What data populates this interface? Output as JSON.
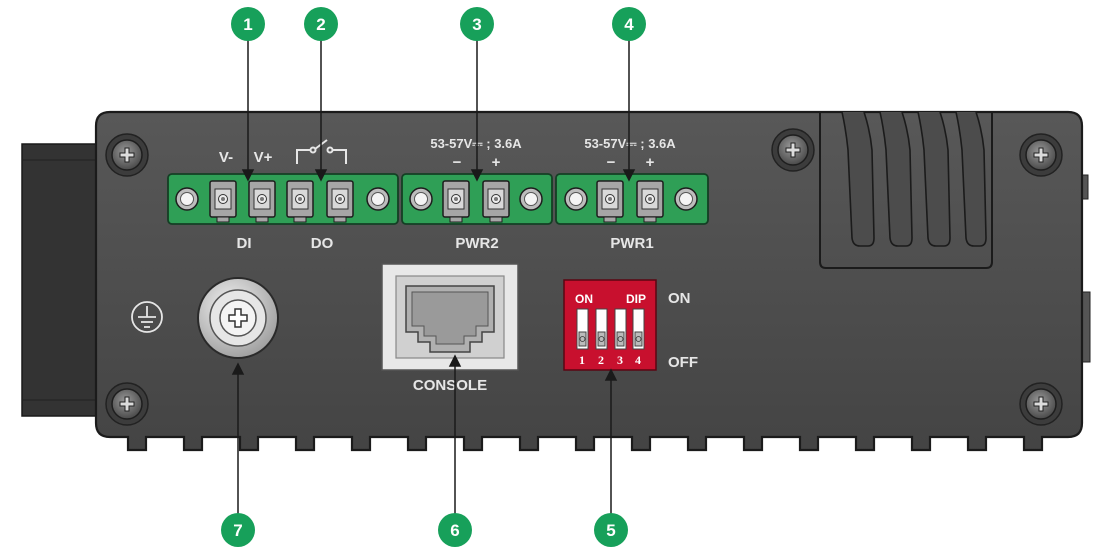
{
  "colors": {
    "chassis": "#4a4a4a",
    "terminal_block": "#2f9f56",
    "callout": "#17a05a",
    "dip_switch": "#c8102e",
    "label": "#e6e6e6"
  },
  "terminal_labels": {
    "v_minus": "V-",
    "v_plus": "V+",
    "di": "DI",
    "do": "DO",
    "pwr2_rating": "53-57V⎓ ; 3.6A",
    "pwr2_minus": "−",
    "pwr2_plus": "+",
    "pwr2": "PWR2",
    "pwr1_rating": "53-57V⎓ ; 3.6A",
    "pwr1_minus": "−",
    "pwr1_plus": "+",
    "pwr1": "PWR1"
  },
  "console": {
    "label": "CONSOLE"
  },
  "dip_switch": {
    "on_text": "ON",
    "dip_text": "DIP",
    "numbers": [
      "1",
      "2",
      "3",
      "4"
    ],
    "side_on": "ON",
    "side_off": "OFF"
  },
  "callouts": [
    "1",
    "2",
    "3",
    "4",
    "5",
    "6",
    "7"
  ],
  "icons": [
    "ground-icon",
    "grounding-screw-icon",
    "screw-icon",
    "switch-contact-icon"
  ]
}
